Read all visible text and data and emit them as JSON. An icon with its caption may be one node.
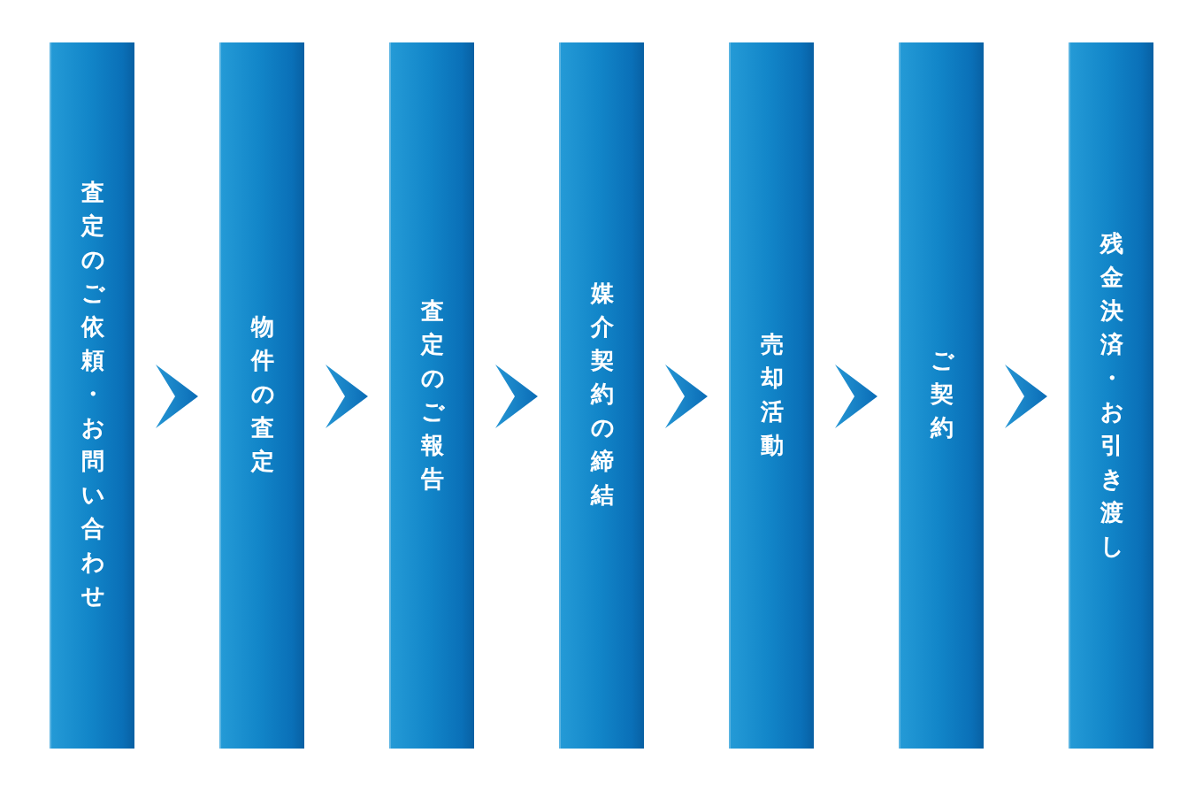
{
  "diagram": {
    "nodes": [
      {
        "text": [
          "査定のご依頼・お問い合わせ"
        ]
      },
      {
        "text": [
          "物件の査定"
        ]
      },
      {
        "text": [
          "査定のご報告"
        ]
      },
      {
        "text": [
          "媒介契約の締結"
        ]
      },
      {
        "text": [
          "売却活動"
        ]
      },
      {
        "text": [
          "ご契約"
        ]
      },
      {
        "text": [
          "残金決済・お引き渡し"
        ]
      }
    ],
    "edges": [
      {
        "from": 0,
        "to": 1,
        "arrow": "to"
      },
      {
        "from": 1,
        "to": 2,
        "arrow": "to"
      },
      {
        "from": 2,
        "to": 3,
        "arrow": "to"
      },
      {
        "from": 3,
        "to": 4,
        "arrow": "to"
      },
      {
        "from": 4,
        "to": 5,
        "arrow": "to"
      },
      {
        "from": 5,
        "to": 6,
        "arrow": "to"
      }
    ]
  }
}
